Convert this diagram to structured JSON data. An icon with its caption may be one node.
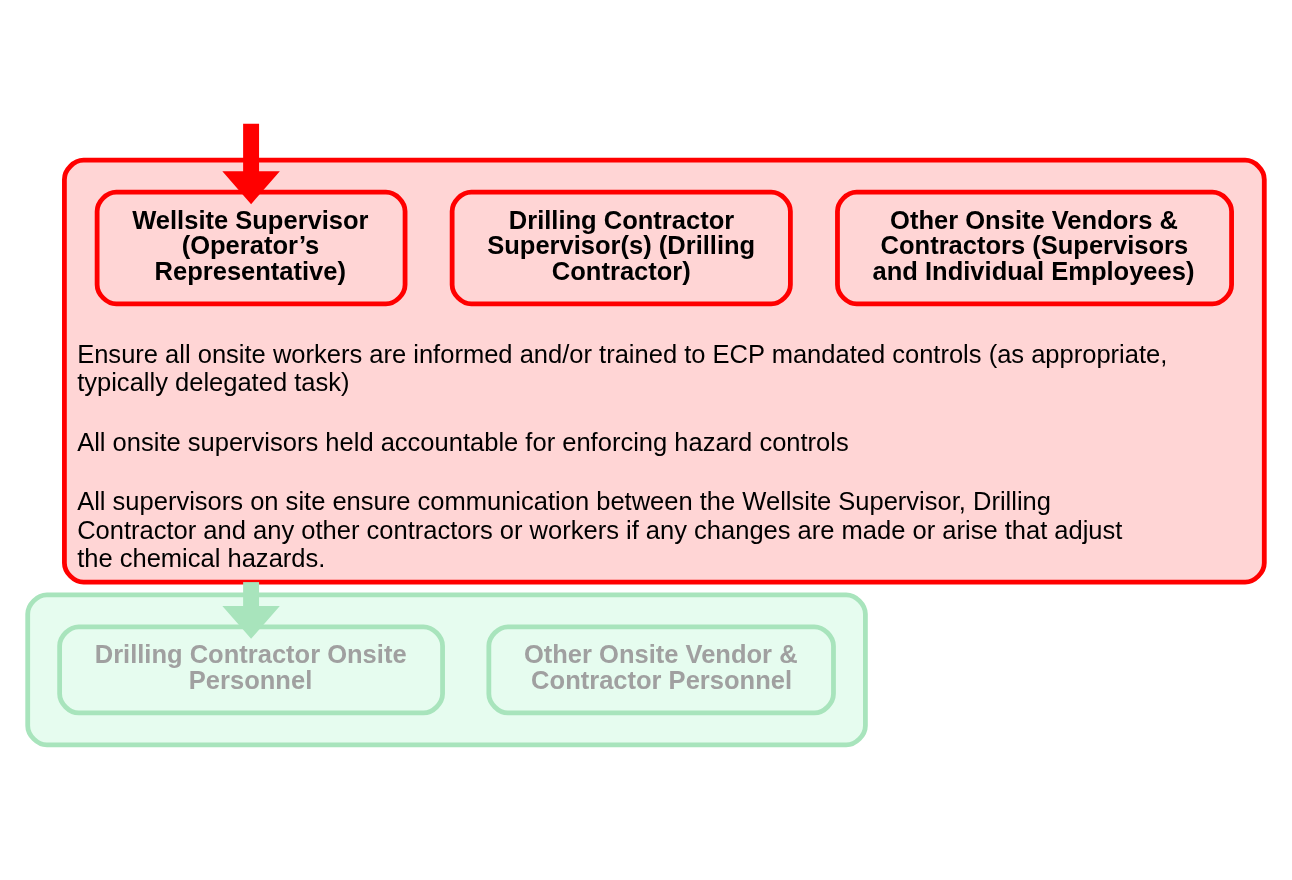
{
  "diagram": {
    "nodes": [
      {
        "text": [
          "Ensure all onsite workers are informed and/or trained to ECP mandated controls (as appropriate, typically delegated task)",
          "All onsite supervisors held accountable for enforcing hazard controls",
          "All supervisors on site ensure communication between the Wellsite Supervisor, Drilling Contractor and any other contractors or workers if any changes are made or arise that adjust the chemical hazards."
        ]
      },
      {
        "text": [
          "Wellsite Supervisor (Operator’s Representative)"
        ],
        "in": 0
      },
      {
        "text": [
          "Drilling Contractor Supervisor(s) (Drilling Contractor)"
        ],
        "in": 0
      },
      {
        "text": [
          "Other Onsite Vendors & Contractors (Supervisors and Individual Employees)"
        ],
        "in": 0
      },
      {
        "text": [],
        "shape": "box"
      },
      {
        "text": [
          "Drilling Contractor Onsite Personnel"
        ],
        "in": 4
      },
      {
        "text": [
          "Other Onsite Vendor & Contractor Personnel"
        ],
        "in": 4
      }
    ],
    "edges": [
      {
        "from": null,
        "to": 1,
        "arrow": "to",
        "color": "#ff0000"
      },
      {
        "from": 0,
        "to": 5,
        "arrow": "to",
        "color": "#a8e4bc"
      }
    ]
  }
}
